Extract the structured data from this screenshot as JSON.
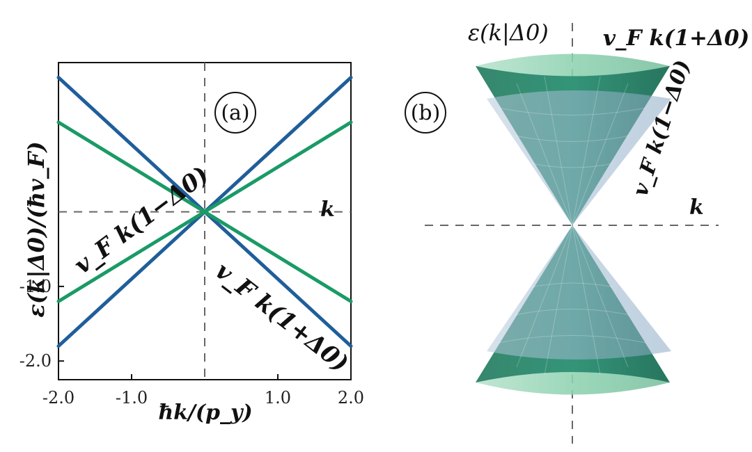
{
  "chart_data": [
    {
      "panel": "(a)",
      "type": "line",
      "xlabel": "ħk/(p_y)",
      "ylabel": "ε(k|Δ0)/(ħv_F)",
      "xlim": [
        -2.0,
        2.0
      ],
      "ylim": [
        -2.25,
        2.0
      ],
      "grid": false,
      "x_ticks": [
        -2.0,
        -1.0,
        1.0,
        2.0
      ],
      "x_tick_labels": [
        "-2.0",
        "-1.0",
        "1.0",
        "2.0"
      ],
      "y_ticks": [
        -1.0,
        -2.0
      ],
      "y_tick_labels": [
        "-1.0",
        "-2.0"
      ],
      "dashed_axes": {
        "x": 0.0,
        "y": 0.0
      },
      "in_plot_labels": {
        "k": "k"
      },
      "series": [
        {
          "name": "v_F k(1+Δ0)",
          "color": "#1f5e9a",
          "x": [
            -2.0,
            0.0,
            2.0
          ],
          "y": [
            1.8,
            0.0,
            -1.8
          ]
        },
        {
          "name": "v_F k(1+Δ0)",
          "color": "#1f5e9a",
          "x": [
            -2.0,
            0.0,
            2.0
          ],
          "y": [
            -1.8,
            0.0,
            1.8
          ]
        },
        {
          "name": "v_F k(1−Δ0)",
          "color": "#1a9a67",
          "x": [
            -2.0,
            0.0,
            2.0
          ],
          "y": [
            1.2,
            0.0,
            -1.2
          ]
        },
        {
          "name": "v_F k(1−Δ0)",
          "color": "#1a9a67",
          "x": [
            -2.0,
            0.0,
            2.0
          ],
          "y": [
            -1.2,
            0.0,
            1.2
          ]
        }
      ]
    },
    {
      "panel": "(b)",
      "type": "other",
      "title": "",
      "label_top": "ε(k|Δ0)",
      "k_label": "k",
      "label_outer": "v_F k(1+Δ0)",
      "label_inner": "v_F k(1−Δ0)",
      "colors": {
        "outer": "#9fb9cf",
        "inner": "#2f8a6f",
        "rim": "#8fd2b1"
      }
    }
  ],
  "text": {
    "panel_a_label": "(a)",
    "panel_b_label": "(b)",
    "a_ylabel": "ε(k|Δ0)/(ħv_F)",
    "a_xlabel": "ħk/(p_y)",
    "a_k": "k",
    "a_blue_label": "v_F k(1+Δ0)",
    "a_green_label": "v_F k(1−Δ0)",
    "b_top": "ε(k|Δ0)",
    "b_k": "k",
    "b_blue": "v_F k(1+Δ0)",
    "b_green": "v_F k(1−Δ0)"
  }
}
